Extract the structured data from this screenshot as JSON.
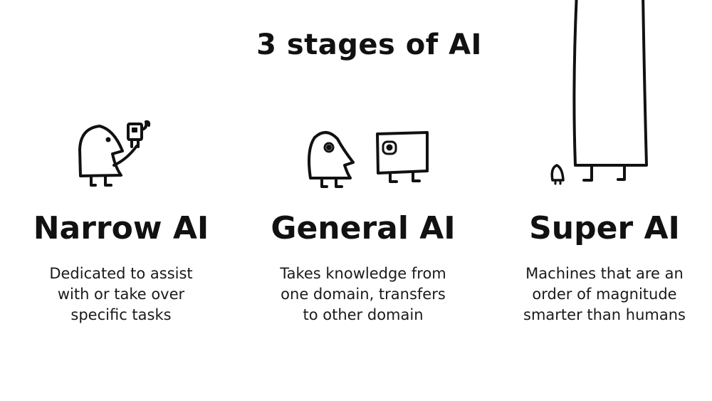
{
  "title": "3 stages of AI",
  "stages": [
    {
      "name": "Narrow AI",
      "description": "Dedicated to assist\nwith or take over\nspecific tasks",
      "illustration": "person-holding-small-robot-icon"
    },
    {
      "name": "General AI",
      "description": "Takes knowledge from\none domain, transfers\nto other domain",
      "illustration": "person-and-equal-size-robot-icon"
    },
    {
      "name": "Super AI",
      "description": "Machines that are an\norder of magnitude\nsmarter than humans",
      "illustration": "tiny-person-next-to-giant-robot-icon"
    }
  ],
  "colors": {
    "ink": "#111111",
    "background": "#ffffff"
  }
}
